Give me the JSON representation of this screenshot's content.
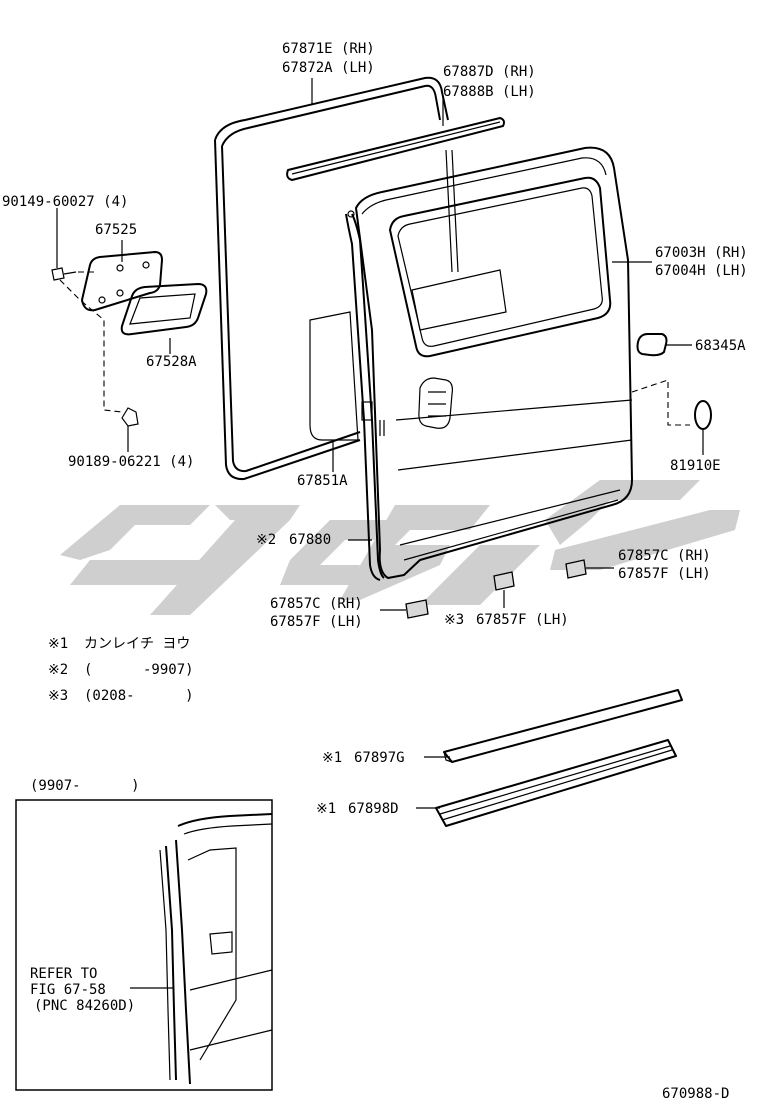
{
  "callouts": {
    "seal_rh": "67871E (RH)",
    "seal_lh": "67872A (LH)",
    "weatherstrip_rh": "67887D (RH)",
    "weatherstrip_lh": "67888B (LH)",
    "screw": "90149-60027 (4)",
    "handle_cover": "67525",
    "handle_bezel": "67528A",
    "clip": "90189-06221 (4)",
    "door_panel_rh": "67003H (RH)",
    "door_panel_lh": "67004H (LH)",
    "latch_cover": "68345A",
    "hole_plug": "81910E",
    "service_hole_cover": "67851A",
    "door_seal_mark": "※2",
    "door_seal": "67880",
    "step_cover_left_rh": "67857C (RH)",
    "step_cover_left_lh": "67857F (LH)",
    "step_cover_mid_mark": "※3",
    "step_cover_mid": "67857F (LH)",
    "step_cover_right_rh": "67857C (RH)",
    "step_cover_right_lh": "67857F (LH)",
    "rail_upper_mark": "※1",
    "rail_upper": "67897G",
    "rail_lower_mark": "※1",
    "rail_lower": "67898D"
  },
  "notes": [
    {
      "mark": "※1",
      "text": "カンレイチ  ヨウ"
    },
    {
      "mark": "※2",
      "text": "(      -9907)"
    },
    {
      "mark": "※3",
      "text": "(0208-      )"
    }
  ],
  "inset": {
    "period": "(9907-      )",
    "refer_line1": "REFER TO",
    "refer_line2": "FIG 67-58",
    "refer_line3": "(PNC 84260D)"
  },
  "figure_id": "670988-D",
  "colors": {
    "ink": "#000000",
    "watermark": "#cfcfcf",
    "shade": "#d8d8d8"
  }
}
